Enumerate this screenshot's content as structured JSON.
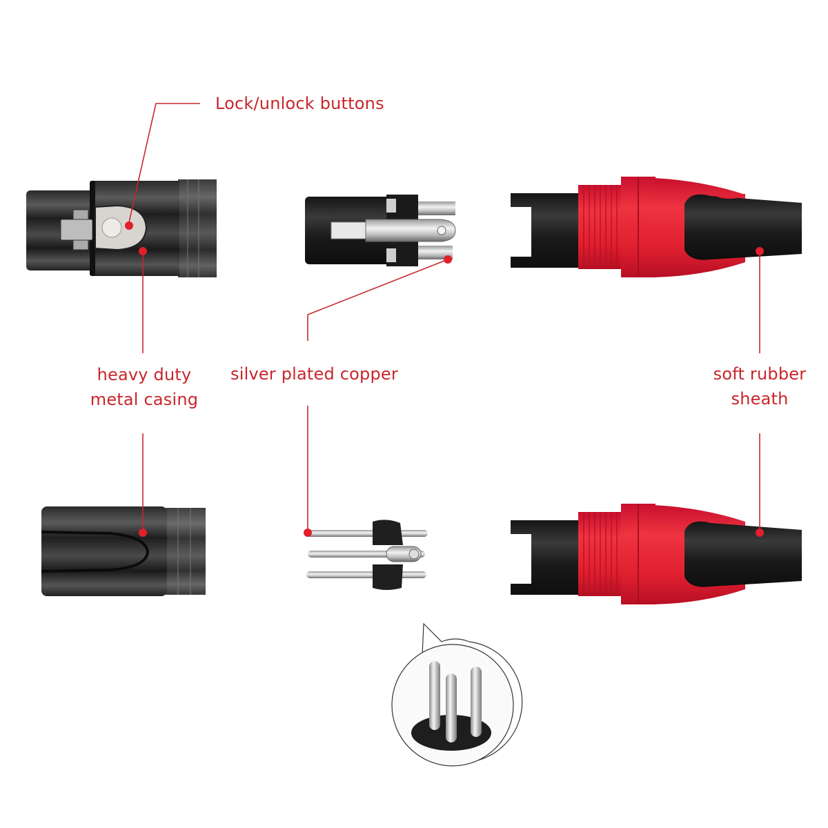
{
  "diagram": {
    "subject": "XLR 3-pin connector exploded view",
    "accent_color": "#d7262b",
    "callouts": [
      {
        "id": "lock",
        "text": "Lock/unlock buttons"
      },
      {
        "id": "casing",
        "lines": [
          "heavy duty",
          "metal casing"
        ]
      },
      {
        "id": "copper",
        "text": "silver plated copper"
      },
      {
        "id": "sheath",
        "lines": [
          "soft rubber",
          "sheath"
        ]
      }
    ],
    "components": [
      {
        "name": "female-xlr-body",
        "row": "top",
        "position": "left"
      },
      {
        "name": "female-pin-insert",
        "row": "top",
        "position": "center"
      },
      {
        "name": "red-rubber-boot",
        "row": "top",
        "position": "right"
      },
      {
        "name": "male-xlr-barrel",
        "row": "bottom",
        "position": "left"
      },
      {
        "name": "male-pin-insert",
        "row": "bottom",
        "position": "center"
      },
      {
        "name": "red-rubber-boot",
        "row": "bottom",
        "position": "right"
      },
      {
        "name": "pin-detail-magnifier",
        "row": "bottom",
        "position": "center-below"
      }
    ]
  }
}
